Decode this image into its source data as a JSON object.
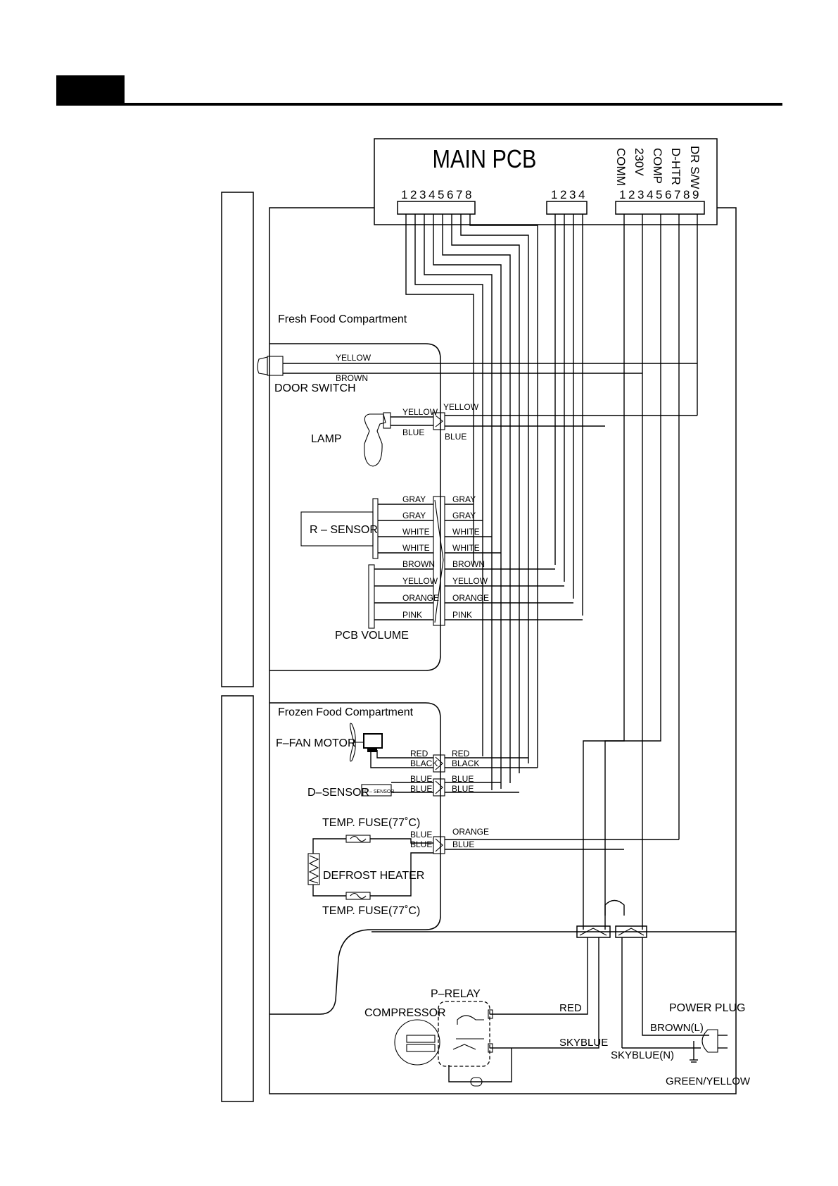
{
  "header": {
    "black_tab": "",
    "rule": true
  },
  "pcb": {
    "title": "MAIN PCB",
    "connector1_pins": [
      "1",
      "2",
      "3",
      "4",
      "5",
      "6",
      "7",
      "8"
    ],
    "connector2_pins": [
      "1",
      "2",
      "3",
      "4"
    ],
    "connector3_pins": [
      "1",
      "2",
      "3",
      "4",
      "5",
      "6",
      "7",
      "8",
      "9"
    ],
    "vertical_labels": [
      "COMM",
      "230V",
      "COMP",
      "D-HTR",
      "DR S/W"
    ]
  },
  "compartments": {
    "fresh": "Fresh Food Compartment",
    "frozen": "Frozen Food Compartment"
  },
  "components": {
    "door_switch": "DOOR SWITCH",
    "lamp": "LAMP",
    "r_sensor": "R – SENSOR",
    "pcb_volume": "PCB VOLUME",
    "f_fan_motor": "F–FAN MOTOR",
    "d_sensor": "D–SENSOR",
    "d_sensor_small": "D – SENSOR",
    "temp_fuse_top": "TEMP. FUSE(77˚C)",
    "defrost_heater": "DEFROST HEATER",
    "temp_fuse_bottom": "TEMP. FUSE(77˚C)",
    "p_relay": "P–RELAY",
    "compressor": "COMPRESSOR",
    "power_plug": "POWER PLUG"
  },
  "wires": {
    "door_yellow": "YELLOW",
    "door_brown": "BROWN",
    "lamp_left_yellow": "YELLOW",
    "lamp_left_blue": "BLUE",
    "lamp_right_yellow": "YELLOW",
    "lamp_right_blue": "BLUE",
    "sensor_left": [
      "GRAY",
      "GRAY",
      "WHITE",
      "WHITE",
      "BROWN",
      "YELLOW",
      "ORANGE",
      "PINK"
    ],
    "sensor_right": [
      "GRAY",
      "GRAY",
      "WHITE",
      "WHITE",
      "BROWN",
      "YELLOW",
      "ORANGE",
      "PINK"
    ],
    "fan_left": [
      "RED",
      "BLACK"
    ],
    "fan_right": [
      "RED",
      "BLACK"
    ],
    "dsensor_left": [
      "BLUE",
      "BLUE"
    ],
    "dsensor_right": [
      "BLUE",
      "BLUE"
    ],
    "heater_left": [
      "BLUE",
      "BLUE"
    ],
    "heater_right": [
      "ORANGE",
      "BLUE"
    ],
    "relay_red": "RED",
    "relay_skyblue": "SKYBLUE",
    "plug_brown": "BROWN(L)",
    "plug_skyblue": "SKYBLUE(N)",
    "plug_ground": "GREEN/YELLOW"
  }
}
